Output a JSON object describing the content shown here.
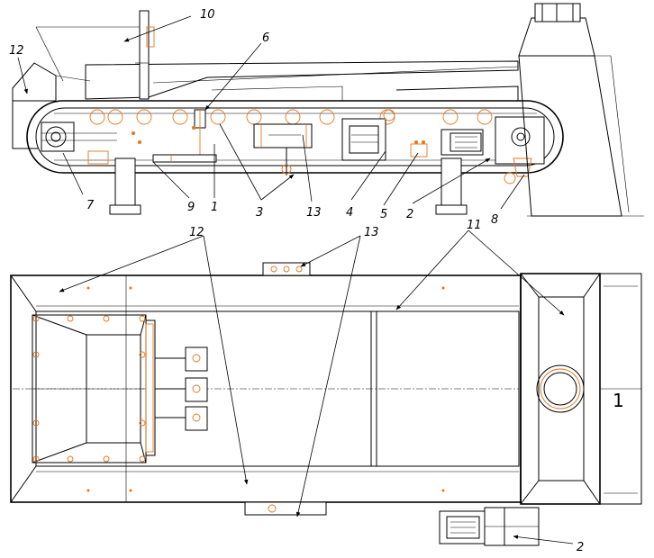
{
  "labels": {
    "top_view": {
      "l1": "1",
      "l2": "2",
      "l3": "3",
      "l4": "4",
      "l5": "5",
      "l6": "6",
      "l7": "7",
      "l8": "8",
      "l9": "9",
      "l10": "10",
      "l12": "12",
      "l13": "13"
    },
    "plan_view": {
      "l2": "2",
      "l11": "11",
      "l12": "12",
      "l13": "13",
      "detail_marker": "1"
    }
  },
  "colors": {
    "line": "#000000",
    "highlight": "#e8751a",
    "background": "#ffffff"
  }
}
